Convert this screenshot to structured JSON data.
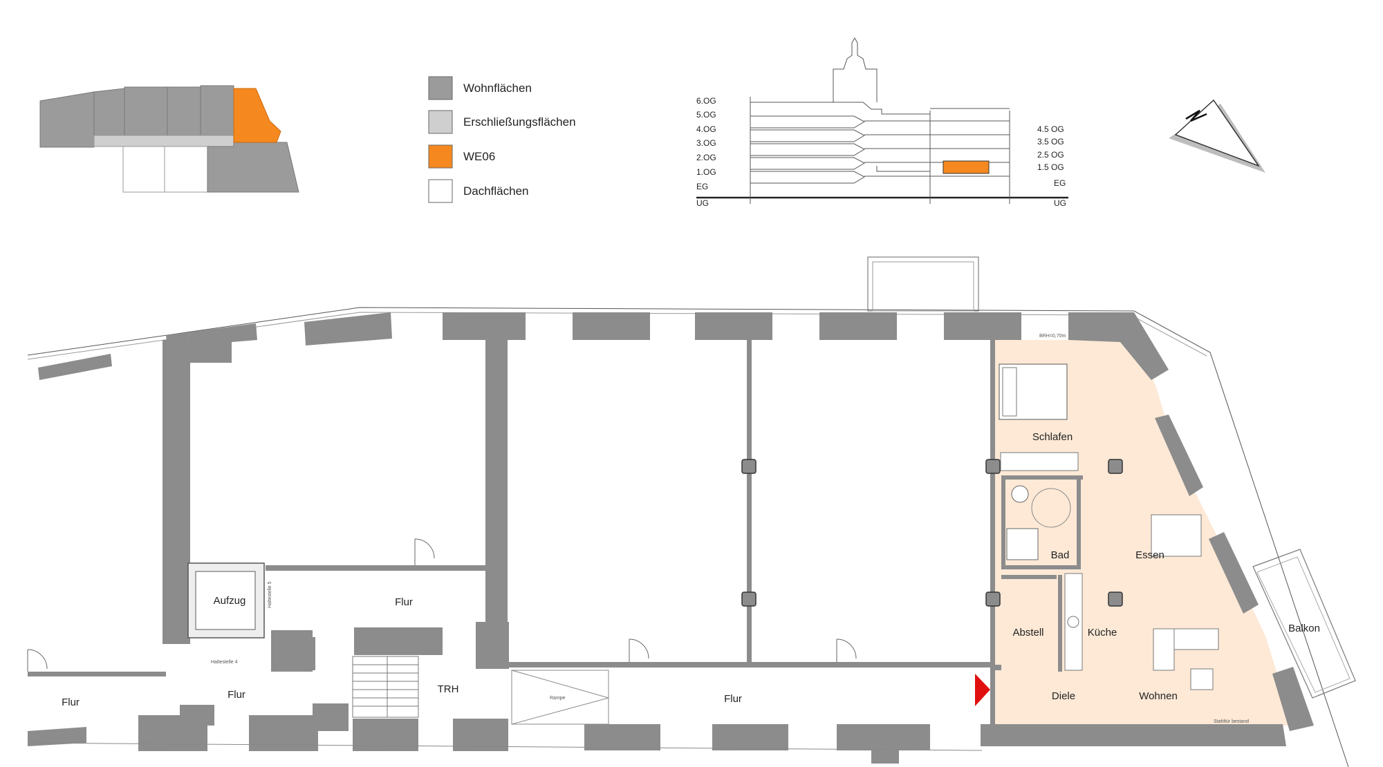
{
  "legend": {
    "items": [
      {
        "label": "Wohnflächen",
        "color": "#9b9b9b"
      },
      {
        "label": "Erschließungsflächen",
        "color": "#cfcfcf"
      },
      {
        "label": "WE06",
        "color": "#f5891f"
      },
      {
        "label": "Dachflächen",
        "color": "#ffffff"
      }
    ]
  },
  "section": {
    "left_levels": [
      "6.OG",
      "5.OG",
      "4.OG",
      "3.OG",
      "2.OG",
      "1.OG",
      "EG",
      "UG"
    ],
    "right_levels": [
      "4.5 OG",
      "3.5 OG",
      "2.5 OG",
      "1.5 OG",
      "EG",
      "UG"
    ]
  },
  "plan": {
    "rooms": {
      "aufzug": "Aufzug",
      "flur_mid": "Flur",
      "flur_left": "Flur",
      "flur_stair": "Flur",
      "trh": "TRH",
      "flur_corridor": "Flur",
      "schlafen": "Schlafen",
      "bad": "Bad",
      "essen": "Essen",
      "abstell": "Abstell",
      "kueche": "Küche",
      "balkon": "Balkon",
      "diele": "Diele",
      "wohnen": "Wohnen"
    },
    "small_notes": {
      "haltestelle4": "Haltestelle 4",
      "haltestelle5": "Haltestelle 5",
      "rampe": "Rampe",
      "brh": "BRH=0,70m",
      "stahltuer": "Stahltür bestand"
    },
    "colors": {
      "wall": "#8c8c8c",
      "unit_fill": "#fde9d6",
      "entrance_marker": "#e01010"
    }
  }
}
